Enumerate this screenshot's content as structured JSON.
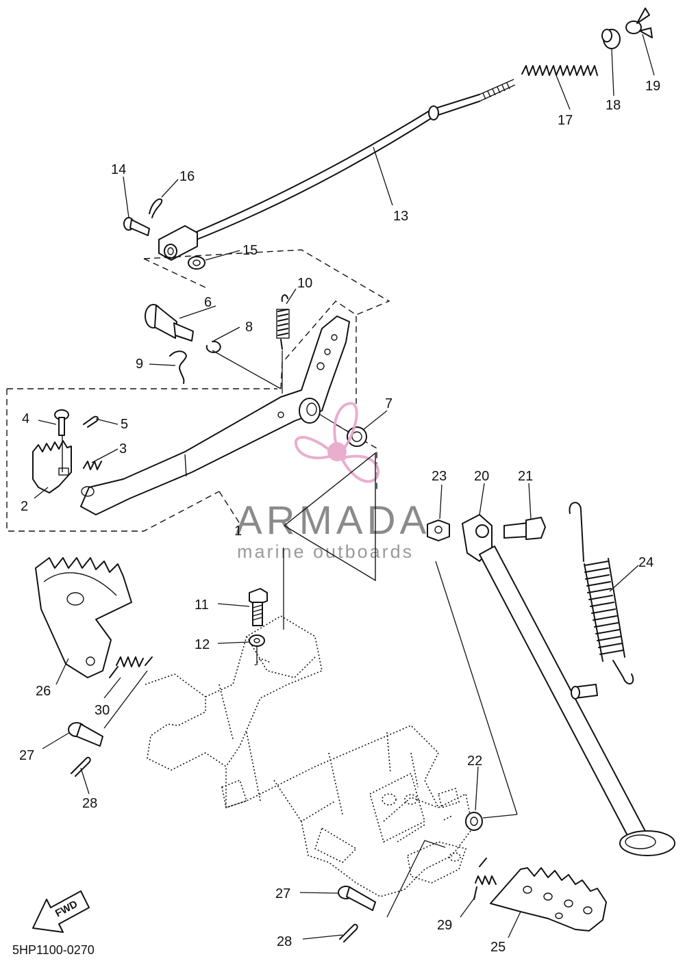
{
  "diagram": {
    "reference_code": "5HP1100-0270",
    "fwd_label": "FWD",
    "watermark": {
      "name": "ARMADA",
      "tagline": "marine outboards",
      "color": "#e8a6c8"
    },
    "callouts": [
      "1",
      "2",
      "3",
      "4",
      "5",
      "6",
      "7",
      "8",
      "9",
      "10",
      "11",
      "12",
      "13",
      "14",
      "15",
      "16",
      "17",
      "18",
      "19",
      "20",
      "21",
      "22",
      "23",
      "24",
      "25",
      "26",
      "27",
      "28",
      "27",
      "28",
      "29",
      "30"
    ]
  }
}
